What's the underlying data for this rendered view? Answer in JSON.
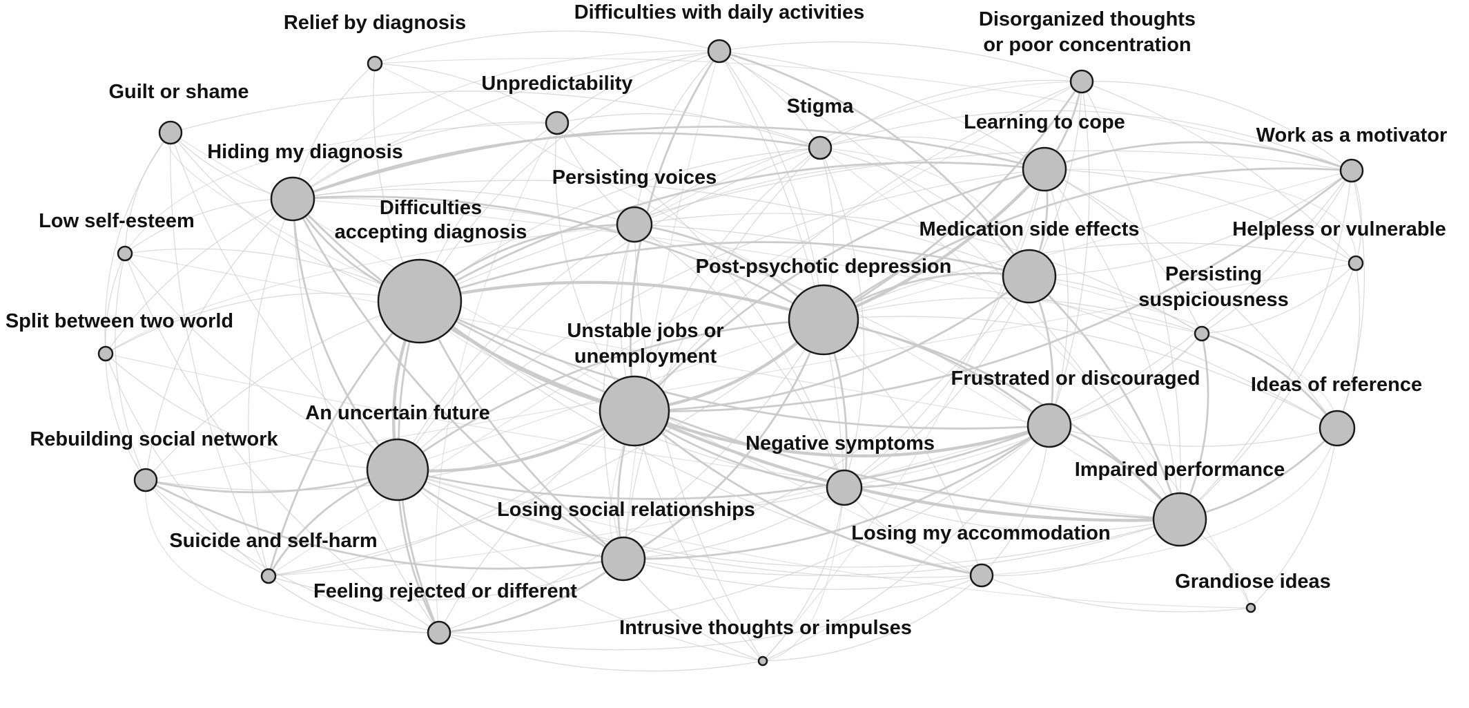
{
  "colors": {
    "background": "#ffffff",
    "edge": "#c9c9c9",
    "node_fill": "#c0c0c0",
    "node_stroke": "#1a1a1a",
    "label": "#111111"
  },
  "nodes": [
    {
      "id": "relief",
      "lines": [
        "Relief by diagnosis"
      ],
      "weight": 1
    },
    {
      "id": "daily",
      "lines": [
        "Difficulties with daily activities"
      ],
      "weight": 2
    },
    {
      "id": "disorganized",
      "lines": [
        "Disorganized thoughts",
        "or poor concentration"
      ],
      "weight": 2
    },
    {
      "id": "guilt",
      "lines": [
        "Guilt or shame"
      ],
      "weight": 2
    },
    {
      "id": "unpredictability",
      "lines": [
        "Unpredictability"
      ],
      "weight": 2
    },
    {
      "id": "stigma",
      "lines": [
        "Stigma"
      ],
      "weight": 2
    },
    {
      "id": "cope",
      "lines": [
        "Learning to cope"
      ],
      "weight": 4
    },
    {
      "id": "work",
      "lines": [
        "Work as a motivator"
      ],
      "weight": 2
    },
    {
      "id": "hiding",
      "lines": [
        "Hiding my diagnosis"
      ],
      "weight": 4
    },
    {
      "id": "voices",
      "lines": [
        "Persisting voices"
      ],
      "weight": 3
    },
    {
      "id": "accepting",
      "lines": [
        "Difficulties",
        "accepting diagnosis"
      ],
      "weight": 9
    },
    {
      "id": "selfesteem",
      "lines": [
        "Low self-esteem"
      ],
      "weight": 1
    },
    {
      "id": "sideeffects",
      "lines": [
        "Medication side effects"
      ],
      "weight": 5
    },
    {
      "id": "helpless",
      "lines": [
        "Helpless or vulnerable"
      ],
      "weight": 1
    },
    {
      "id": "depression",
      "lines": [
        "Post-psychotic depression"
      ],
      "weight": 7
    },
    {
      "id": "suspicious",
      "lines": [
        "Persisting",
        "suspiciousness"
      ],
      "weight": 1
    },
    {
      "id": "split",
      "lines": [
        "Split between two world"
      ],
      "weight": 1
    },
    {
      "id": "jobs",
      "lines": [
        "Unstable jobs or",
        "unemployment"
      ],
      "weight": 7
    },
    {
      "id": "frustrated",
      "lines": [
        "Frustrated or discouraged"
      ],
      "weight": 4
    },
    {
      "id": "reference",
      "lines": [
        "Ideas of reference"
      ],
      "weight": 3
    },
    {
      "id": "rebuilding",
      "lines": [
        "Rebuilding social network"
      ],
      "weight": 2
    },
    {
      "id": "future",
      "lines": [
        "An uncertain future"
      ],
      "weight": 6
    },
    {
      "id": "negative",
      "lines": [
        "Negative symptoms"
      ],
      "weight": 3
    },
    {
      "id": "performance",
      "lines": [
        "Impaired performance"
      ],
      "weight": 5
    },
    {
      "id": "losingsocial",
      "lines": [
        "Losing social relationships"
      ],
      "weight": 4
    },
    {
      "id": "suicide",
      "lines": [
        "Suicide and self-harm"
      ],
      "weight": 1
    },
    {
      "id": "accommodation",
      "lines": [
        "Losing my accommodation"
      ],
      "weight": 2
    },
    {
      "id": "rejected",
      "lines": [
        "Feeling rejected or different"
      ],
      "weight": 2
    },
    {
      "id": "grandiose",
      "lines": [
        "Grandiose ideas"
      ],
      "weight": 0
    },
    {
      "id": "intrusive",
      "lines": [
        "Intrusive thoughts or impulses"
      ],
      "weight": 0
    }
  ],
  "edges": [
    [
      "accepting",
      "jobs",
      3
    ],
    [
      "accepting",
      "depression",
      3
    ],
    [
      "accepting",
      "future",
      3
    ],
    [
      "accepting",
      "hiding",
      2
    ],
    [
      "accepting",
      "voices",
      2
    ],
    [
      "accepting",
      "losingsocial",
      2
    ],
    [
      "accepting",
      "frustrated",
      2
    ],
    [
      "accepting",
      "sideeffects",
      2
    ],
    [
      "accepting",
      "cope",
      2
    ],
    [
      "accepting",
      "rejected",
      2
    ],
    [
      "accepting",
      "suicide",
      2
    ],
    [
      "accepting",
      "negative",
      1
    ],
    [
      "accepting",
      "stigma",
      1
    ],
    [
      "accepting",
      "unpredictability",
      1
    ],
    [
      "accepting",
      "daily",
      1
    ],
    [
      "accepting",
      "performance",
      2
    ],
    [
      "accepting",
      "rebuilding",
      1
    ],
    [
      "accepting",
      "selfesteem",
      1
    ],
    [
      "accepting",
      "guilt",
      1
    ],
    [
      "accepting",
      "split",
      1
    ],
    [
      "accepting",
      "accommodation",
      1
    ],
    [
      "accepting",
      "relief",
      1
    ],
    [
      "accepting",
      "work",
      1
    ],
    [
      "depression",
      "jobs",
      3
    ],
    [
      "depression",
      "sideeffects",
      2
    ],
    [
      "depression",
      "cope",
      3
    ],
    [
      "depression",
      "frustrated",
      2
    ],
    [
      "depression",
      "future",
      2
    ],
    [
      "depression",
      "voices",
      2
    ],
    [
      "depression",
      "losingsocial",
      2
    ],
    [
      "depression",
      "negative",
      2
    ],
    [
      "depression",
      "stigma",
      1
    ],
    [
      "depression",
      "hiding",
      2
    ],
    [
      "depression",
      "performance",
      2
    ],
    [
      "depression",
      "work",
      2
    ],
    [
      "depression",
      "disorganized",
      2
    ],
    [
      "depression",
      "daily",
      1
    ],
    [
      "depression",
      "suspicious",
      1
    ],
    [
      "depression",
      "helpless",
      1
    ],
    [
      "depression",
      "rejected",
      1
    ],
    [
      "depression",
      "accommodation",
      1
    ],
    [
      "depression",
      "suicide",
      1
    ],
    [
      "depression",
      "reference",
      1
    ],
    [
      "jobs",
      "future",
      3
    ],
    [
      "jobs",
      "frustrated",
      3
    ],
    [
      "jobs",
      "performance",
      3
    ],
    [
      "jobs",
      "losingsocial",
      2
    ],
    [
      "jobs",
      "cope",
      2
    ],
    [
      "jobs",
      "sideeffects",
      2
    ],
    [
      "jobs",
      "work",
      2
    ],
    [
      "jobs",
      "negative",
      2
    ],
    [
      "jobs",
      "hiding",
      2
    ],
    [
      "jobs",
      "voices",
      1
    ],
    [
      "jobs",
      "stigma",
      1
    ],
    [
      "jobs",
      "daily",
      2
    ],
    [
      "jobs",
      "rejected",
      1
    ],
    [
      "jobs",
      "accommodation",
      2
    ],
    [
      "jobs",
      "rebuilding",
      1
    ],
    [
      "jobs",
      "suicide",
      1
    ],
    [
      "jobs",
      "unpredictability",
      1
    ],
    [
      "jobs",
      "disorganized",
      1
    ],
    [
      "jobs",
      "intrusive",
      1
    ],
    [
      "future",
      "losingsocial",
      2
    ],
    [
      "future",
      "hiding",
      2
    ],
    [
      "future",
      "suicide",
      2
    ],
    [
      "future",
      "rejected",
      2
    ],
    [
      "future",
      "rebuilding",
      2
    ],
    [
      "future",
      "frustrated",
      2
    ],
    [
      "future",
      "cope",
      1
    ],
    [
      "future",
      "performance",
      1
    ],
    [
      "future",
      "accommodation",
      1
    ],
    [
      "future",
      "voices",
      1
    ],
    [
      "future",
      "negative",
      1
    ],
    [
      "future",
      "stigma",
      1
    ],
    [
      "future",
      "split",
      1
    ],
    [
      "future",
      "selfesteem",
      1
    ],
    [
      "future",
      "guilt",
      1
    ],
    [
      "future",
      "intrusive",
      1
    ],
    [
      "cope",
      "sideeffects",
      2
    ],
    [
      "cope",
      "work",
      2
    ],
    [
      "cope",
      "disorganized",
      2
    ],
    [
      "cope",
      "voices",
      1
    ],
    [
      "cope",
      "hiding",
      2
    ],
    [
      "cope",
      "frustrated",
      1
    ],
    [
      "cope",
      "stigma",
      1
    ],
    [
      "cope",
      "daily",
      1
    ],
    [
      "cope",
      "helpless",
      1
    ],
    [
      "cope",
      "performance",
      1
    ],
    [
      "cope",
      "suspicious",
      1
    ],
    [
      "cope",
      "negative",
      1
    ],
    [
      "cope",
      "reference",
      1
    ],
    [
      "sideeffects",
      "performance",
      2
    ],
    [
      "sideeffects",
      "frustrated",
      2
    ],
    [
      "sideeffects",
      "negative",
      1
    ],
    [
      "sideeffects",
      "daily",
      2
    ],
    [
      "sideeffects",
      "disorganized",
      1
    ],
    [
      "sideeffects",
      "hiding",
      1
    ],
    [
      "sideeffects",
      "work",
      1
    ],
    [
      "sideeffects",
      "stigma",
      1
    ],
    [
      "sideeffects",
      "losingsocial",
      1
    ],
    [
      "sideeffects",
      "suspicious",
      1
    ],
    [
      "frustrated",
      "performance",
      2
    ],
    [
      "frustrated",
      "negative",
      2
    ],
    [
      "frustrated",
      "losingsocial",
      2
    ],
    [
      "frustrated",
      "accommodation",
      1
    ],
    [
      "frustrated",
      "work",
      1
    ],
    [
      "frustrated",
      "reference",
      1
    ],
    [
      "frustrated",
      "suspicious",
      1
    ],
    [
      "frustrated",
      "hiding",
      1
    ],
    [
      "frustrated",
      "rejected",
      1
    ],
    [
      "frustrated",
      "disorganized",
      1
    ],
    [
      "frustrated",
      "intrusive",
      1
    ],
    [
      "performance",
      "reference",
      2
    ],
    [
      "performance",
      "suspicious",
      2
    ],
    [
      "performance",
      "work",
      1
    ],
    [
      "performance",
      "helpless",
      1
    ],
    [
      "performance",
      "disorganized",
      1
    ],
    [
      "performance",
      "negative",
      1
    ],
    [
      "performance",
      "accommodation",
      1
    ],
    [
      "performance",
      "grandiose",
      1
    ],
    [
      "performance",
      "losingsocial",
      1
    ],
    [
      "hiding",
      "stigma",
      2
    ],
    [
      "hiding",
      "guilt",
      1
    ],
    [
      "hiding",
      "selfesteem",
      1
    ],
    [
      "hiding",
      "unpredictability",
      1
    ],
    [
      "hiding",
      "voices",
      1
    ],
    [
      "hiding",
      "losingsocial",
      2
    ],
    [
      "hiding",
      "rejected",
      1
    ],
    [
      "hiding",
      "suicide",
      1
    ],
    [
      "hiding",
      "rebuilding",
      1
    ],
    [
      "hiding",
      "daily",
      1
    ],
    [
      "hiding",
      "split",
      1
    ],
    [
      "losingsocial",
      "rejected",
      2
    ],
    [
      "losingsocial",
      "rebuilding",
      2
    ],
    [
      "losingsocial",
      "suicide",
      1
    ],
    [
      "losingsocial",
      "accommodation",
      1
    ],
    [
      "losingsocial",
      "negative",
      1
    ],
    [
      "losingsocial",
      "voices",
      1
    ],
    [
      "losingsocial",
      "intrusive",
      1
    ],
    [
      "losingsocial",
      "stigma",
      1
    ],
    [
      "voices",
      "unpredictability",
      1
    ],
    [
      "voices",
      "stigma",
      1
    ],
    [
      "voices",
      "negative",
      1
    ],
    [
      "voices",
      "daily",
      1
    ],
    [
      "voices",
      "suspicious",
      1
    ],
    [
      "voices",
      "reference",
      1
    ],
    [
      "voices",
      "intrusive",
      1
    ],
    [
      "negative",
      "accommodation",
      1
    ],
    [
      "negative",
      "intrusive",
      1
    ],
    [
      "negative",
      "stigma",
      1
    ],
    [
      "negative",
      "daily",
      1
    ],
    [
      "stigma",
      "daily",
      1
    ],
    [
      "stigma",
      "unpredictability",
      1
    ],
    [
      "stigma",
      "disorganized",
      1
    ],
    [
      "stigma",
      "work",
      1
    ],
    [
      "rebuilding",
      "suicide",
      1
    ],
    [
      "rebuilding",
      "rejected",
      1
    ],
    [
      "rebuilding",
      "split",
      1
    ],
    [
      "rebuilding",
      "selfesteem",
      1
    ],
    [
      "suicide",
      "rejected",
      1
    ],
    [
      "suicide",
      "guilt",
      1
    ],
    [
      "rejected",
      "intrusive",
      1
    ],
    [
      "rejected",
      "accommodation",
      1
    ],
    [
      "suspicious",
      "reference",
      2
    ],
    [
      "suspicious",
      "helpless",
      1
    ],
    [
      "suspicious",
      "work",
      1
    ],
    [
      "reference",
      "helpless",
      1
    ],
    [
      "reference",
      "work",
      1
    ],
    [
      "reference",
      "grandiose",
      1
    ],
    [
      "disorganized",
      "work",
      1
    ],
    [
      "disorganized",
      "daily",
      1
    ],
    [
      "daily",
      "unpredictability",
      1
    ],
    [
      "daily",
      "relief",
      1
    ],
    [
      "guilt",
      "selfesteem",
      1
    ],
    [
      "guilt",
      "split",
      1
    ],
    [
      "selfesteem",
      "split",
      1
    ],
    [
      "relief",
      "unpredictability",
      1
    ],
    [
      "relief",
      "hiding",
      1
    ],
    [
      "helpless",
      "work",
      1
    ],
    [
      "accommodation",
      "intrusive",
      1
    ],
    [
      "grandiose",
      "accommodation",
      1
    ],
    [
      "split",
      "suicide",
      1
    ],
    [
      "guilt",
      "stigma",
      1
    ],
    [
      "selfesteem",
      "rejected",
      1
    ],
    [
      "unpredictability",
      "negative",
      1
    ],
    [
      "disorganized",
      "helpless",
      1
    ],
    [
      "daily",
      "performance",
      1
    ]
  ]
}
